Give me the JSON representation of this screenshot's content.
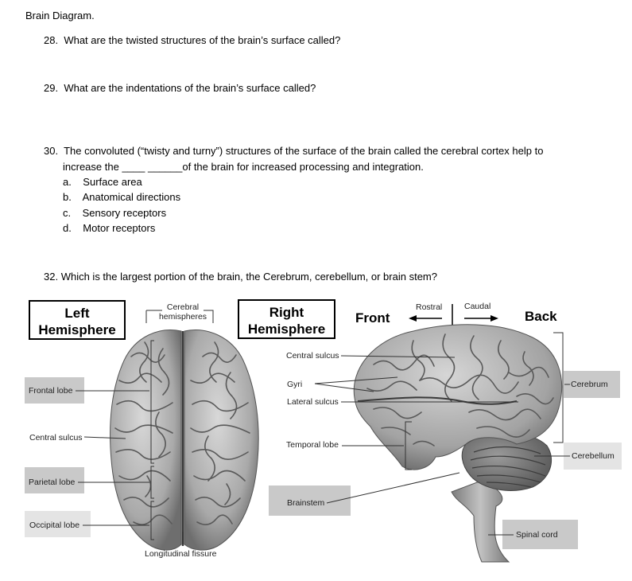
{
  "doc_title": "Brain Diagram.",
  "questions": [
    {
      "num": "28.",
      "text": "What are the twisted structures of the brain’s surface called?"
    },
    {
      "num": "29.",
      "text": "What are the indentations of the brain’s surface called?"
    },
    {
      "num": "30.",
      "line1": "The convoluted (“twisty and turny”) structures of the surface of the brain called the cerebral cortex help to",
      "line2_pre": "increase the ",
      "line2_blank": "____ ______",
      "line2_post": "of the brain for increased processing and integration.",
      "options": [
        {
          "letter": "a.",
          "text": "Surface area"
        },
        {
          "letter": "b.",
          "text": "Anatomical directions"
        },
        {
          "letter": "c.",
          "text": "Sensory receptors"
        },
        {
          "letter": "d.",
          "text": "Motor receptors"
        }
      ]
    },
    {
      "num": "32.",
      "text": "Which is the largest portion of the brain, the Cerebrum, cerebellum, or brain stem?"
    }
  ],
  "figure": {
    "left_title": "Left Hemisphere",
    "right_title": "Right Hemisphere",
    "cerebral_hemispheres": "Cerebral hemispheres",
    "longitudinal_fissure": "Longitudinal fissure",
    "left_labels": {
      "frontal_lobe": "Frontal lobe",
      "central_sulcus": "Central sulcus",
      "parietal_lobe": "Parietal lobe",
      "occipital_lobe": "Occipital lobe"
    },
    "right_labels": {
      "central_sulcus": "Central sulcus",
      "gyri": "Gyri",
      "lateral_sulcus": "Lateral sulcus",
      "temporal_lobe": "Temporal lobe",
      "brainstem": "Brainstem",
      "cerebrum": "Cerebrum",
      "cerebellum": "Cerebellum",
      "spinal_cord": "Spinal cord"
    },
    "front": "Front",
    "back": "Back",
    "rostral": "Rostral",
    "caudal": "Caudal"
  }
}
